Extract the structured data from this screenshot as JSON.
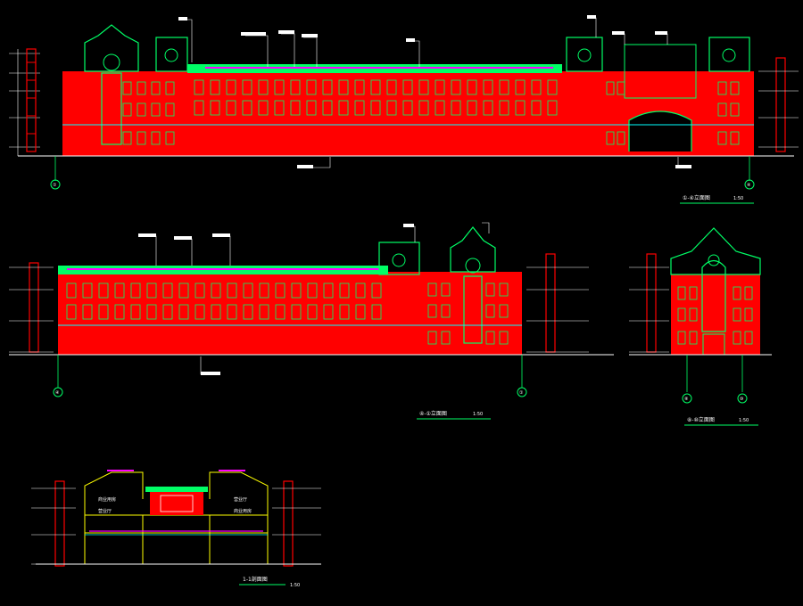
{
  "drawing": {
    "background": "#000000",
    "colors": {
      "wall": "#ff0000",
      "outline": "#00ff66",
      "trim": "#00ffff",
      "roof": "#ff00ff",
      "dim": "#ffffff",
      "axis": "#ffff00",
      "grid": "#00ff00"
    }
  },
  "views": [
    {
      "title": "①-④立面图",
      "scale": "1:50",
      "axis_left": "①",
      "axis_right": "④"
    },
    {
      "title": "④-①立面图",
      "scale": "1:50",
      "axis_left": "④",
      "axis_right": "①"
    },
    {
      "title": "⑧-⑩立面图",
      "scale": "1:50",
      "axis_left": "⑧",
      "axis_right": "⑩"
    },
    {
      "title": "1-1剖面图",
      "scale": "1:50",
      "labels": [
        "商业用房",
        "营业厅",
        "营业厅",
        "商业用房"
      ]
    }
  ]
}
